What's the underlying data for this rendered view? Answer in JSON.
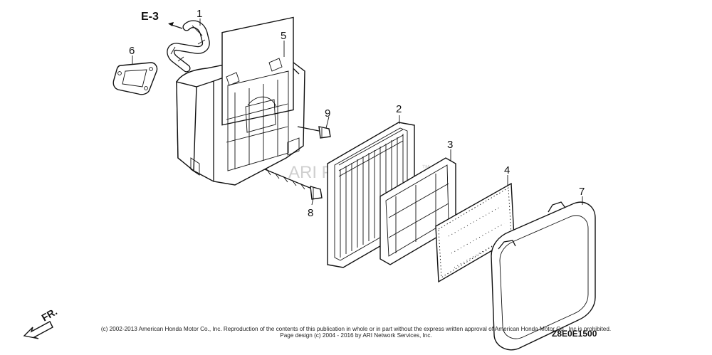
{
  "diagram": {
    "ref_arrow_label": "E-3",
    "front_label": "FR.",
    "watermark": "ARI PartStream",
    "watermark_tm": "™",
    "diagram_code": "Z8E0E1500",
    "copyright_line1": "(c) 2002-2013 American Honda Motor Co., Inc. Reproduction of the contents of this publication in whole or in part without the express written approval of American Honda Motor Co., Inc is prohibited.",
    "copyright_line2": "Page design (c) 2004 - 2016 by ARI Network Services, Inc.",
    "callouts": [
      {
        "id": "1",
        "label": "1"
      },
      {
        "id": "2",
        "label": "2"
      },
      {
        "id": "3",
        "label": "3"
      },
      {
        "id": "4",
        "label": "4"
      },
      {
        "id": "5",
        "label": "5"
      },
      {
        "id": "6",
        "label": "6"
      },
      {
        "id": "7",
        "label": "7"
      },
      {
        "id": "8",
        "label": "8"
      },
      {
        "id": "9",
        "label": "9"
      }
    ]
  }
}
